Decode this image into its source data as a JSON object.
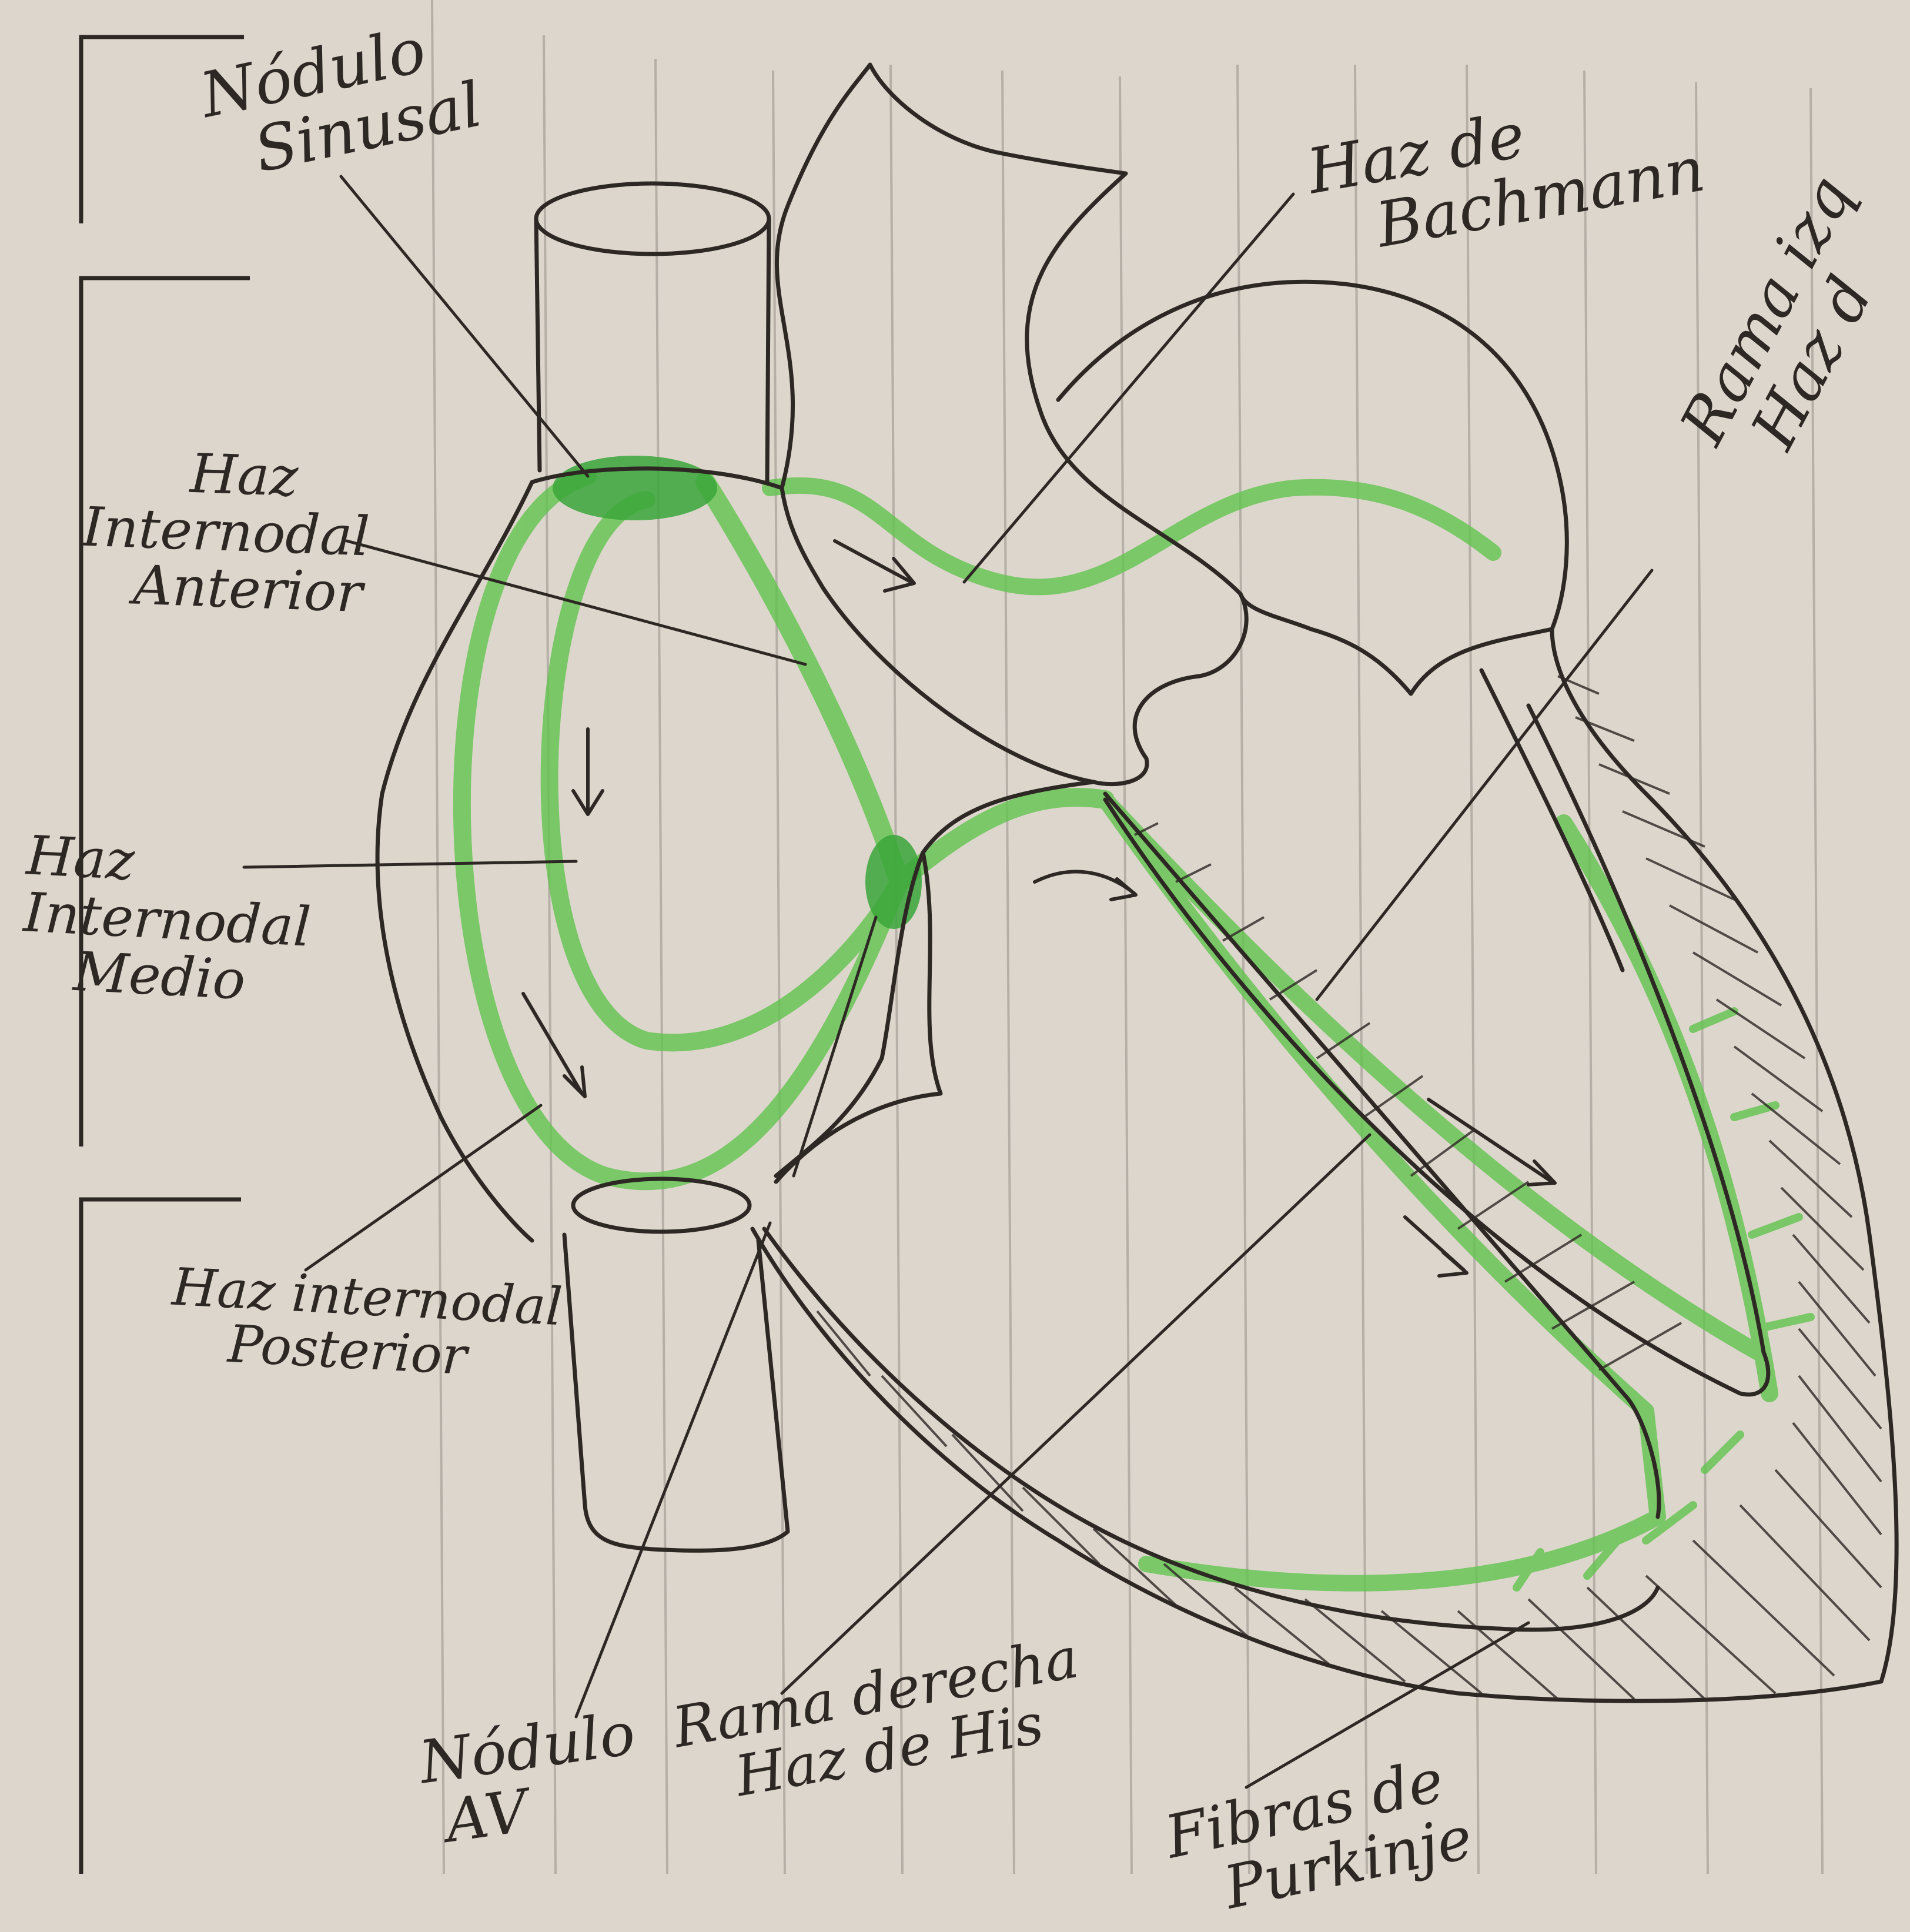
{
  "labels": {
    "nodulo_sinusal": [
      "Nódulo",
      "Sinusal"
    ],
    "haz_bachmann": [
      "Haz de",
      "Bachmann"
    ],
    "haz_internodal_anterior": [
      "Haz",
      "Internodal",
      "Anterior"
    ],
    "haz_internodal_medio": [
      "Haz",
      "Internodal",
      "Medio"
    ],
    "haz_internodal_posterior": [
      "Haz internodal",
      "Posterior"
    ],
    "rama_izquierda": [
      "Rama izq",
      "Haz d"
    ],
    "nodulo_av": [
      "Nódulo",
      "AV"
    ],
    "rama_derecha": [
      "Rama derecha",
      "Haz de His"
    ],
    "fibras_purkinje": [
      "Fibras de",
      "Purkinje"
    ]
  },
  "colors": {
    "paper": "#ddd6cc",
    "ink": "#2e2825",
    "pathway_green": "#62c44e",
    "rule_line": "#a9a39b"
  }
}
